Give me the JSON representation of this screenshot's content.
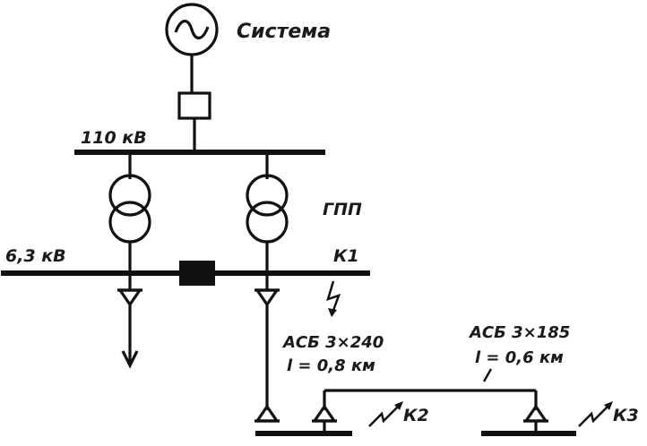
{
  "labels": {
    "system": "Система",
    "hv_bus": "110 кВ",
    "substation": "ГПП",
    "lv_bus": "6,3 кВ",
    "k1": "К1",
    "cable1_type": "АСБ 3×240",
    "cable1_length": "l = 0,8 км",
    "cable2_type": "АСБ 3×185",
    "cable2_length": "l = 0,6 км",
    "k2": "К2",
    "k3": "К3"
  },
  "colors": {
    "line": "#111111",
    "background": "#ffffff"
  },
  "icons": {
    "generator": "ac-source-icon",
    "breaker": "circuit-breaker-icon",
    "transformer": "two-winding-transformer-icon",
    "sectional_breaker": "closed-circuit-breaker-icon",
    "fault": "short-circuit-arrow-icon",
    "cable_end": "cable-termination-icon",
    "load": "load-arrow-icon"
  }
}
